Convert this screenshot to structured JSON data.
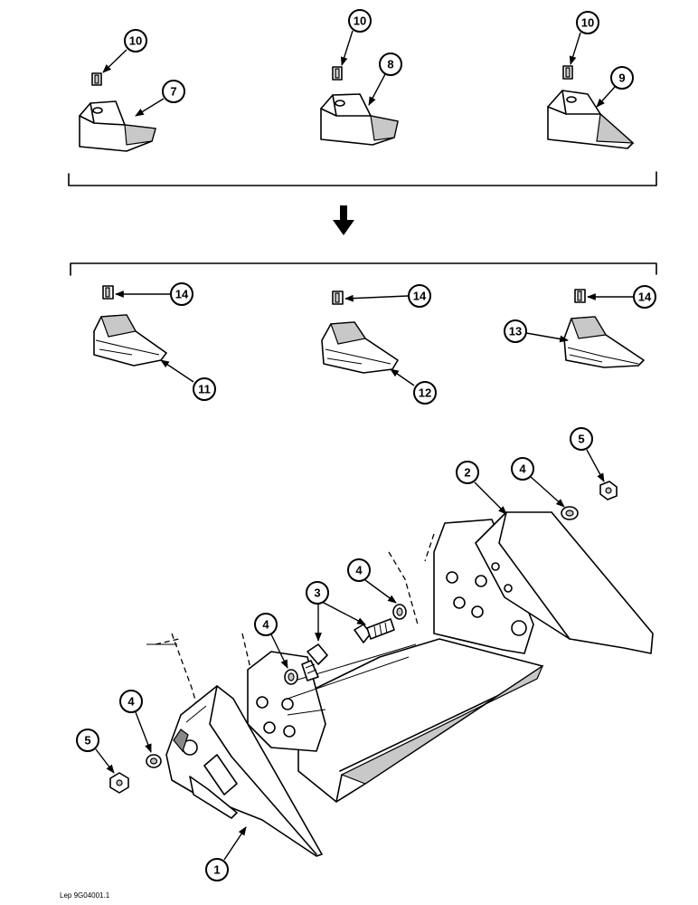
{
  "figure": {
    "reference_code": "Lep 9G04001.1"
  },
  "callouts": {
    "c10a": "10",
    "c10b": "10",
    "c10c": "10",
    "c7": "7",
    "c8": "8",
    "c9": "9",
    "c14a": "14",
    "c14b": "14",
    "c14c": "14",
    "c11": "11",
    "c12": "12",
    "c13": "13",
    "c5a": "5",
    "c2": "2",
    "c4a": "4",
    "c4b": "4",
    "c3": "3",
    "c4c": "4",
    "c4d": "4",
    "c5b": "5",
    "c1": "1"
  }
}
